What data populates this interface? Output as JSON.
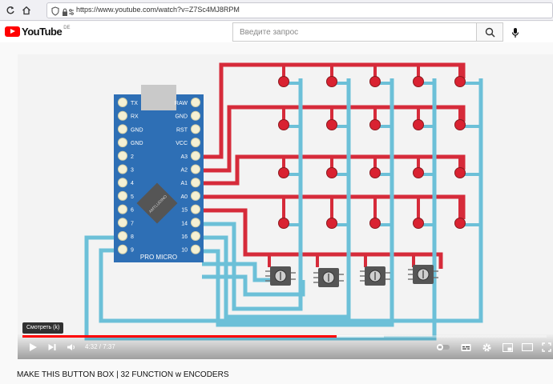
{
  "browser": {
    "url": "https://www.youtube.com/watch?v=Z7Sc4MJ8RPM"
  },
  "header": {
    "logo_text": "YouTube",
    "region": "DE",
    "search_placeholder": "Введите запрос"
  },
  "video": {
    "board_name": "PRO MICRO",
    "chip_text": "AMTLUDINO",
    "pins_left": [
      "TX",
      "RX",
      "GND",
      "GND",
      "2",
      "3",
      "4",
      "5",
      "6",
      "7",
      "8",
      "9"
    ],
    "pins_right": [
      "RAW",
      "GND",
      "RST",
      "VCC",
      "A3",
      "A2",
      "A1",
      "A0",
      "15",
      "14",
      "16",
      "10"
    ],
    "colors": {
      "board": "#2e6fb5",
      "red_wire": "#d62b3a",
      "blue_wire": "#6cc0d8",
      "button": "#d92231",
      "encoder": "#555555"
    }
  },
  "controls": {
    "tooltip": "Смотреть (k)",
    "time": "4:32 / 7:37",
    "progress_played": 0.6,
    "progress_buffered": 0.69
  },
  "page_title": "MAKE THIS BUTTON BOX | 32 FUNCTION w ENCODERS"
}
